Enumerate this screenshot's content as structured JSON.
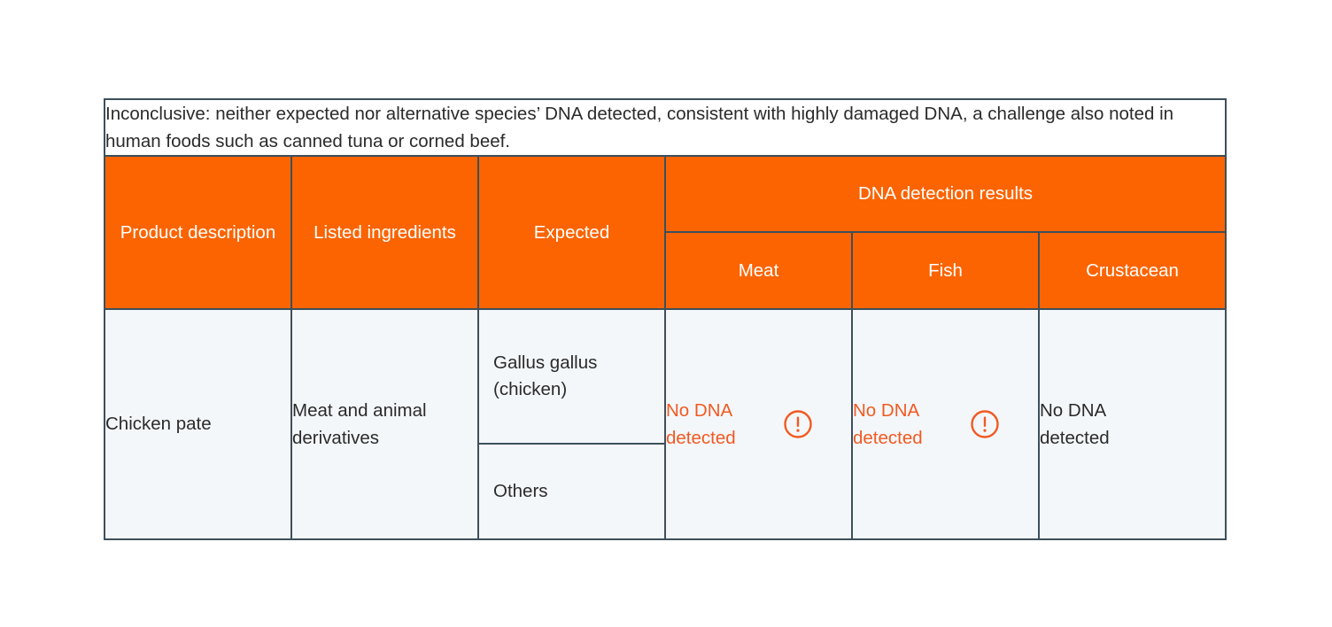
{
  "colors": {
    "header_orange": "#fb6400",
    "border": "#3d4f5c",
    "body_background": "#f4f7fa",
    "alert_orange": "#f15a22",
    "text_dark": "#2b2b2b",
    "page_background": "#ffffff"
  },
  "caption": {
    "text": "Inconclusive: neither expected nor alternative species’ DNA detected, consistent with highly damaged DNA, a challenge also noted in human foods such as canned tuna or corned beef."
  },
  "table": {
    "headers": {
      "product_description": "Product description",
      "listed_ingredients": "Listed ingredients",
      "expected": "Expected",
      "dna_detection_results": "DNA detection results",
      "meat": "Meat",
      "fish": "Fish",
      "crustacean": "Crustacean"
    },
    "rows": [
      {
        "product_description": "Chicken pate",
        "listed_ingredients": "Meat and animal derivatives",
        "expected": [
          "Gallus gallus (chicken)",
          "Others"
        ],
        "results": {
          "meat": {
            "text": "No DNA detected",
            "alert": true,
            "icon": "alert-circle-icon"
          },
          "fish": {
            "text": "No DNA detected",
            "alert": true,
            "icon": "alert-circle-icon"
          },
          "crustacean": {
            "text": "No DNA detected",
            "alert": false,
            "icon": null
          }
        }
      }
    ]
  }
}
